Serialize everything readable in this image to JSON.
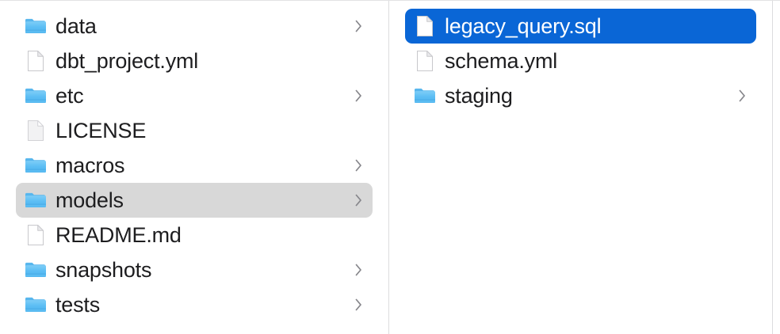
{
  "app": {
    "name": "Finder",
    "view_mode": "column"
  },
  "colors": {
    "selection_blue": "#0a66d6",
    "selection_gray": "#d8d8d8",
    "folder_blue": "#54b9f2",
    "text": "#1d1d1f",
    "selected_text": "#ffffff",
    "divider": "#dcdcde",
    "background": "#ffffff",
    "chevron": "#86868b"
  },
  "columns": [
    {
      "name": "column-1",
      "items": [
        {
          "label": "data",
          "kind": "folder",
          "icon": "folder-icon",
          "has_chevron": true,
          "selected": false,
          "selection": "none"
        },
        {
          "label": "dbt_project.yml",
          "kind": "file",
          "icon": "document-icon",
          "has_chevron": false,
          "selected": false,
          "selection": "none"
        },
        {
          "label": "etc",
          "kind": "folder",
          "icon": "folder-icon",
          "has_chevron": true,
          "selected": false,
          "selection": "none"
        },
        {
          "label": "LICENSE",
          "kind": "file",
          "icon": "document-plain-icon",
          "has_chevron": false,
          "selected": false,
          "selection": "none"
        },
        {
          "label": "macros",
          "kind": "folder",
          "icon": "folder-icon",
          "has_chevron": true,
          "selected": false,
          "selection": "none"
        },
        {
          "label": "models",
          "kind": "folder",
          "icon": "folder-icon",
          "has_chevron": true,
          "selected": true,
          "selection": "gray"
        },
        {
          "label": "README.md",
          "kind": "file",
          "icon": "document-icon",
          "has_chevron": false,
          "selected": false,
          "selection": "none"
        },
        {
          "label": "snapshots",
          "kind": "folder",
          "icon": "folder-icon",
          "has_chevron": true,
          "selected": false,
          "selection": "none"
        },
        {
          "label": "tests",
          "kind": "folder",
          "icon": "folder-icon",
          "has_chevron": true,
          "selected": false,
          "selection": "none"
        }
      ]
    },
    {
      "name": "column-2",
      "items": [
        {
          "label": "legacy_query.sql",
          "kind": "file",
          "icon": "document-icon",
          "has_chevron": false,
          "selected": true,
          "selection": "blue"
        },
        {
          "label": "schema.yml",
          "kind": "file",
          "icon": "document-icon",
          "has_chevron": false,
          "selected": false,
          "selection": "none"
        },
        {
          "label": "staging",
          "kind": "folder",
          "icon": "folder-icon",
          "has_chevron": true,
          "selected": false,
          "selection": "none"
        }
      ]
    },
    {
      "name": "column-3-preview",
      "items": []
    }
  ]
}
